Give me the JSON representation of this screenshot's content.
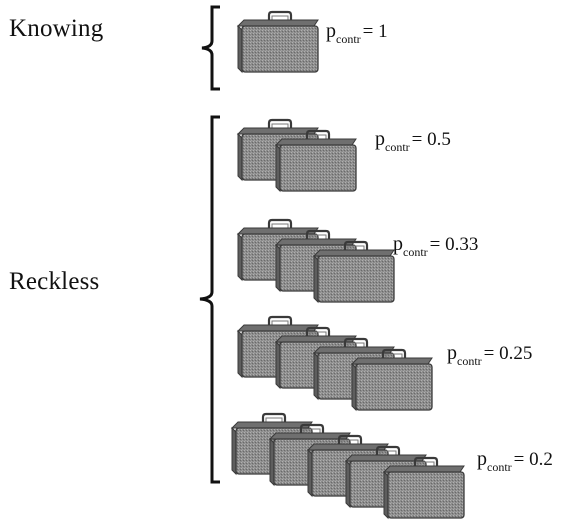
{
  "groups": {
    "knowing": {
      "label": "Knowing"
    },
    "reckless": {
      "label": "Reckless"
    }
  },
  "probabilities": [
    {
      "var": "p",
      "sub": "contr",
      "value": "= 1"
    },
    {
      "var": "p",
      "sub": "contr",
      "value": "= 0.5"
    },
    {
      "var": "p",
      "sub": "contr",
      "value": "= 0.33"
    },
    {
      "var": "p",
      "sub": "contr",
      "value": "= 0.25"
    },
    {
      "var": "p",
      "sub": "contr",
      "value": "= 0.2"
    }
  ],
  "suitcase_counts": [
    1,
    2,
    3,
    4,
    5
  ],
  "colors": {
    "suitcase_fill": "#8a8a8a",
    "suitcase_edge": "#3a3a3a",
    "bracket": "#111111"
  }
}
